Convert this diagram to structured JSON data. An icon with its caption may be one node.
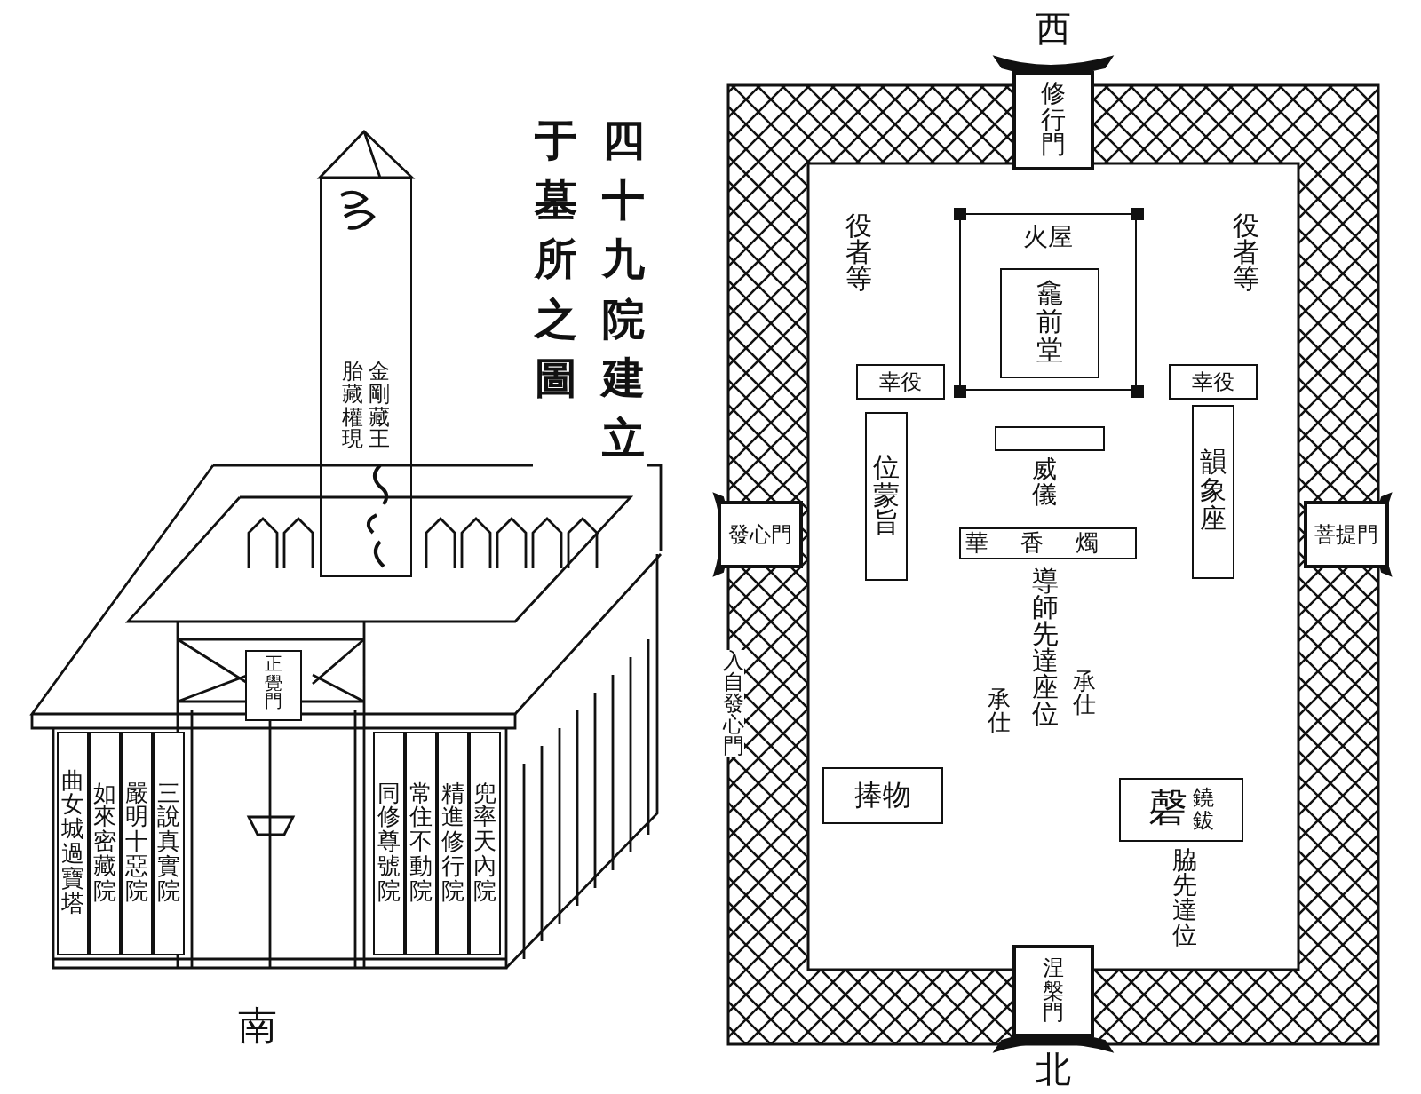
{
  "diagram": {
    "title": "四十九院建立于墓所之圖",
    "nodes": [
      {
        "text": [
          "修行門"
        ]
      },
      {
        "text": [
          "火屋"
        ]
      },
      {
        "text": [
          "龕前堂"
        ],
        "in": 1
      },
      {
        "text": [
          "幸役"
        ]
      },
      {
        "text": [
          "幸役"
        ]
      },
      {
        "text": [],
        "shape": "box"
      },
      {
        "text": [
          "位蒙旨"
        ]
      },
      {
        "text": [
          "韻象座"
        ]
      },
      {
        "text": [
          "發心門"
        ]
      },
      {
        "text": [
          "菩提門"
        ]
      },
      {
        "text": [
          "華香燭"
        ]
      },
      {
        "text": [
          "捧物"
        ]
      },
      {
        "text": [
          "磬",
          "鐃鈸"
        ]
      },
      {
        "text": [
          "涅槃門"
        ]
      },
      {
        "text": [
          "胎藏權現",
          "金剛藏王"
        ]
      },
      {
        "text": [
          "正覺門"
        ]
      },
      {
        "text": [
          "曲女城過寶塔"
        ]
      },
      {
        "text": [
          "如來密藏院"
        ]
      },
      {
        "text": [
          "嚴明十惡院"
        ]
      },
      {
        "text": [
          "三說真實院"
        ]
      },
      {
        "text": [
          "同修尊號院"
        ]
      },
      {
        "text": [
          "常住不動院"
        ]
      },
      {
        "text": [
          "精進修行院"
        ]
      },
      {
        "text": [
          "兜率天內院"
        ]
      }
    ],
    "labels": [
      "西",
      "役者等",
      "役者等",
      "威儀",
      "導師先達座位",
      "承仕",
      "承仕",
      "入自發心門",
      "脇先達位",
      "北",
      "南"
    ]
  }
}
